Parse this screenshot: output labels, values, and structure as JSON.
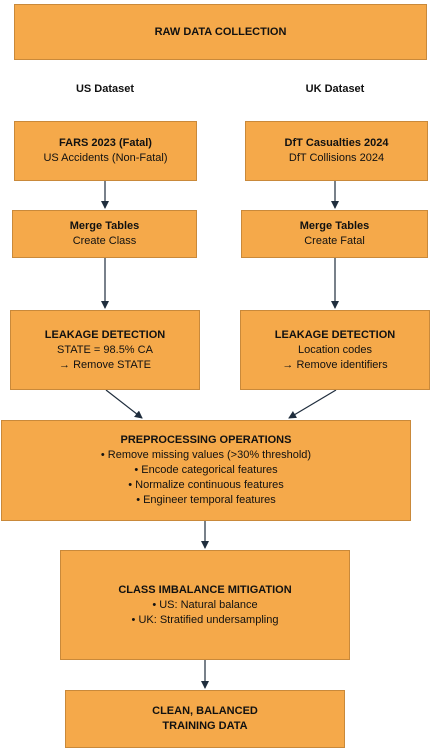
{
  "raw": {
    "title": "RAW DATA COLLECTION"
  },
  "us": {
    "label": "US Dataset",
    "source": {
      "title": "FARS 2023 (Fatal)",
      "line1": "US Accidents (Non-Fatal)"
    },
    "merge": {
      "title": "Merge Tables",
      "line1": "Create Class"
    },
    "leak": {
      "title": "LEAKAGE DETECTION",
      "line1": "STATE = 98.5% CA",
      "line2": "→ Remove STATE"
    }
  },
  "uk": {
    "label": "UK Dataset",
    "source": {
      "title": "DfT Casualties 2024",
      "line1": "DfT Collisions 2024"
    },
    "merge": {
      "title": "Merge Tables",
      "line1": "Create Fatal"
    },
    "leak": {
      "title": "LEAKAGE DETECTION",
      "line1": "Location codes",
      "line2": "→ Remove identifiers"
    }
  },
  "preprocessing": {
    "title": "PREPROCESSING OPERATIONS",
    "items": [
      "• Remove missing values (>30% threshold)",
      "• Encode categorical features",
      "• Normalize continuous features",
      "• Engineer temporal features"
    ]
  },
  "imbalance": {
    "title": "CLASS IMBALANCE MITIGATION",
    "items": [
      "• US: Natural balance",
      "• UK: Stratified undersampling"
    ]
  },
  "final": {
    "line1": "CLEAN, BALANCED",
    "line2": "TRAINING DATA"
  }
}
